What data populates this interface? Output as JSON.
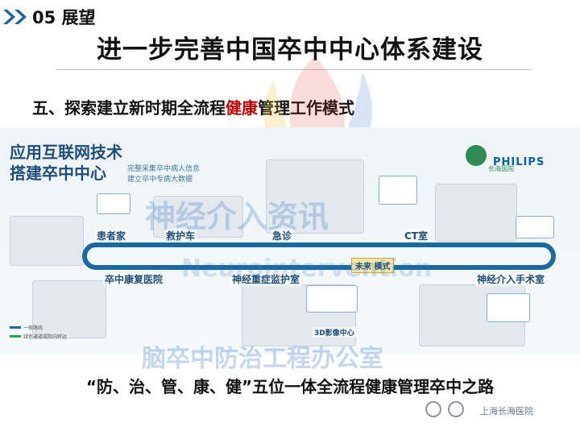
{
  "header": {
    "section_number": "05",
    "section_title": "展望",
    "main_title": "进一步完善中国卒中中心体系建设",
    "subtitle_prefix": "五、探索建立新时期全流程",
    "subtitle_highlight": "健康",
    "subtitle_suffix": "管理工作模式"
  },
  "infographic": {
    "title_line1": "应用互联网技术",
    "title_line2": "搭建卒中中心",
    "note_line1": "完整采集卒中病人信息",
    "note_line2": "建立卒中专病大数据",
    "hospital_name": "长海医院",
    "partner_logo": "PHILIPS",
    "mode_label": "未来  模式",
    "nodes": {
      "patient_home": "患者家",
      "ambulance": "救护车",
      "emergency": "急诊",
      "ct_room": "CT室",
      "rehab_hospital": "卒中康复医院",
      "neuro_icu": "神经重症监护室",
      "interventional_or": "神经介入手术室",
      "followup_center": "3D影像中心"
    },
    "legend": {
      "item1": "一般路线",
      "item2": "绿色通道或院内转运"
    },
    "watermark_line1": "神经介入资讯",
    "watermark_line2": "Neurointervention",
    "watermark_line3": "脑卒中防治工程办公室"
  },
  "footer": {
    "slogan": "“防、治、管、康、健”五位一体全流程健康管理卒中之路",
    "org_name": "上海长海医院"
  },
  "colors": {
    "route_blue": "#1a6aa0",
    "title_navy": "#1f4e79",
    "highlight_red": "#c00000",
    "chevron_blue": "#1f5fa8"
  },
  "icons": [
    "chevron-right-icon",
    "hospital-logo-icon",
    "footer-logo-icon"
  ]
}
